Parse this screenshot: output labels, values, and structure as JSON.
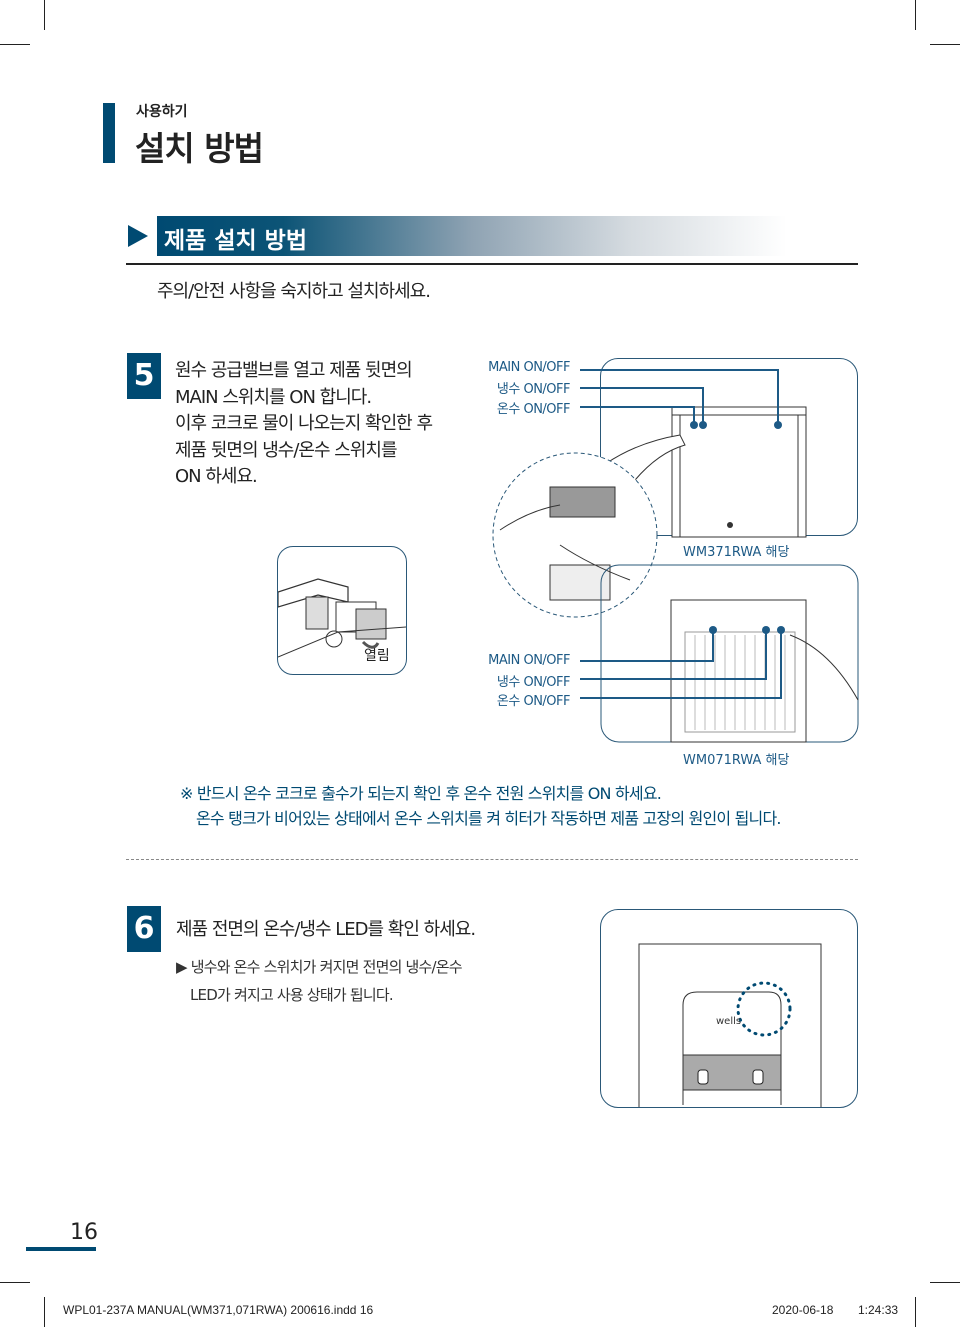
{
  "header": {
    "section": "사용하기",
    "title": "설치 방법"
  },
  "banner": {
    "title": "제품 설치 방법",
    "subtitle": "주의/안전 사항을 숙지하고 설치하세요."
  },
  "step5": {
    "number": "5",
    "lines": [
      "원수 공급밸브를 열고 제품 뒷면의",
      "MAIN 스위치를 ON 합니다.",
      "이후 코크로 물이 나오는지 확인한 후",
      "제품 뒷면의 냉수/온수 스위치를",
      "ON 하세요."
    ],
    "valve_label": "열림",
    "top_labels": [
      "MAIN ON/OFF",
      "냉수 ON/OFF",
      "온수 ON/OFF"
    ],
    "top_model": "WM371RWA 해당",
    "bottom_labels": [
      "MAIN ON/OFF",
      "냉수 ON/OFF",
      "온수 ON/OFF"
    ],
    "bottom_model": "WM071RWA 해당",
    "notes": [
      "※ 반드시 온수 코크로 출수가 되는지 확인 후 온수 전원 스위치를 ON 하세요.",
      "온수 탱크가 비어있는 상태에서 온수 스위치를 켜 히터가 작동하면 제품 고장의 원인이 됩니다."
    ]
  },
  "step6": {
    "number": "6",
    "title": "제품 전면의 온수/냉수 LED를 확인 하세요.",
    "desc": [
      "▶ 냉수와 온수 스위치가 켜지면 전면의 냉수/온수",
      "LED가 켜지고 사용 상태가 됩니다."
    ],
    "brand": "wells"
  },
  "page_number": "16",
  "footer": {
    "file": "WPL01-237A MANUAL(WM371,071RWA) 200616.indd   16",
    "date": "2020-06-18",
    "time": "1:24:33"
  },
  "colors": {
    "accent": "#004a72",
    "label": "#1d5a86"
  }
}
